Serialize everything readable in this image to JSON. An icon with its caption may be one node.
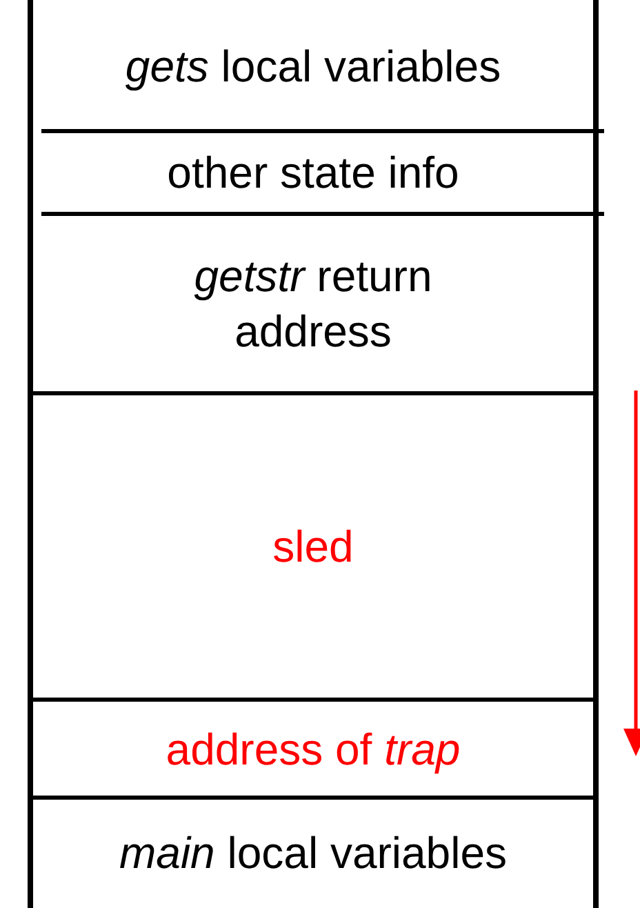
{
  "diagram": {
    "nodes": [
      {
        "text": [
          "*gets* local variables"
        ]
      },
      {
        "text": [
          "other state info"
        ]
      },
      {
        "text": [
          "*getstr* return address"
        ]
      },
      {
        "text": [
          "sled"
        ]
      },
      {
        "text": [
          "address of *trap*"
        ]
      },
      {
        "text": [
          "*main* local variables"
        ]
      }
    ]
  }
}
